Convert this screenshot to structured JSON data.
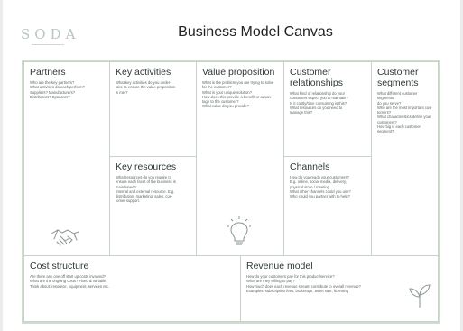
{
  "brand": {
    "logo_text": "SODA"
  },
  "canvas": {
    "title": "Business Model Canvas",
    "blocks": {
      "partners": {
        "heading": "Partners",
        "body": "Who are the key partners?\nWhat activities do each perform?\nSuppliers? Manufacturers?\nDistributors? Sponsors?"
      },
      "key_activities": {
        "heading": "Key activities",
        "body": "What key activities do you under-\ntake to ensure the value proposition\nis met?"
      },
      "value_proposition": {
        "heading": "Value proposition",
        "body": "What is the problem you are trying to solve\nfor the customer?\nWhat is your unique solution?\nHow does this provide a benefit or advan-\ntage to the customer?\nWhat value do you provide?"
      },
      "customer_relationships": {
        "heading": "Customer relationships",
        "body": "What kind of relationship do your\ncustomers expect you to maintain?\nIs it costly/time consuming is this?\nWhat resources do you need to\nmanage this?"
      },
      "customer_segments": {
        "heading": "Customer segments",
        "body": "What different customer segments\ndo you serve?\nWho are the most important cus-\ntomers?\nWhat characteristics define your\ncustomers?\nHow big is each customer segment?"
      },
      "key_resources": {
        "heading": "Key resources",
        "body": "What resources do you require to\nensure each facet of the business is\nmaintained?\nInternal and external resource. E.g.\ndistribution, marketing, sales, cus-\ntomer support."
      },
      "channels": {
        "heading": "Channels",
        "body": "How do you reach your customers?\nE.g. online, social media, delivery,\nphysical store / meeting\nWhat other channels could you use?\nWho could you partner with to help?"
      },
      "cost_structure": {
        "heading": "Cost structure",
        "body": "Are there any one off start up costs involved?\nWhat are the ongoing costs? Fixed & variable.\nThink about: resource, equipment, services etc."
      },
      "revenue_model": {
        "heading": "Revenue model",
        "body": "How do your customers pay for this product/service?\nWhat are they willing to pay?\nHow much does each revenue stream contribute to overall revenue?\nExamples: subscription fees, brokerage, asset sale, licensing"
      }
    },
    "icons": [
      "handshake-icon",
      "lightbulb-icon",
      "sprout-icon"
    ]
  }
}
